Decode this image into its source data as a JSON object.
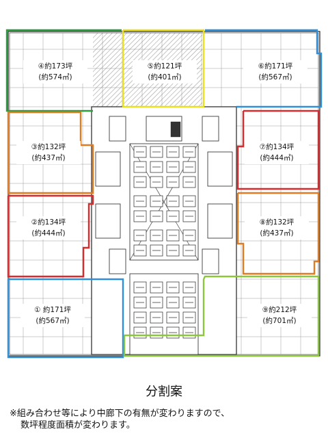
{
  "zones": [
    {
      "id": "z1",
      "number": "①",
      "area_tsubo": "約171坪",
      "area_m2": "約567㎡",
      "color": "#2f8fd8"
    },
    {
      "id": "z2",
      "number": "②",
      "area_tsubo": "約134坪",
      "area_m2": "約444㎡",
      "color": "#d92b2b"
    },
    {
      "id": "z3",
      "number": "③",
      "area_tsubo": "約132坪",
      "area_m2": "約437㎡",
      "color": "#e07b24"
    },
    {
      "id": "z4",
      "number": "④",
      "area_tsubo": "約173坪",
      "area_m2": "約574㎡",
      "color": "#2e9a3e"
    },
    {
      "id": "z5",
      "number": "⑤",
      "area_tsubo": "約121坪",
      "area_m2": "約401㎡",
      "color": "#e8e020"
    },
    {
      "id": "z6",
      "number": "⑥",
      "area_tsubo": "約171坪",
      "area_m2": "約567㎡",
      "color": "#2f8fd8"
    },
    {
      "id": "z7",
      "number": "⑦",
      "area_tsubo": "約134坪",
      "area_m2": "約444㎡",
      "color": "#d92b2b"
    },
    {
      "id": "z8",
      "number": "⑧",
      "area_tsubo": "約132坪",
      "area_m2": "約437㎡",
      "color": "#e07b24"
    },
    {
      "id": "z9",
      "number": "⑨",
      "area_tsubo": "約212坪",
      "area_m2": "約701㎡",
      "color": "#8cc63e"
    }
  ],
  "caption": "分割案",
  "note": {
    "line1": "※組み合わせ等により中廊下の有無が変わりますので、",
    "line2": "数坪程度面積が変わります。"
  }
}
